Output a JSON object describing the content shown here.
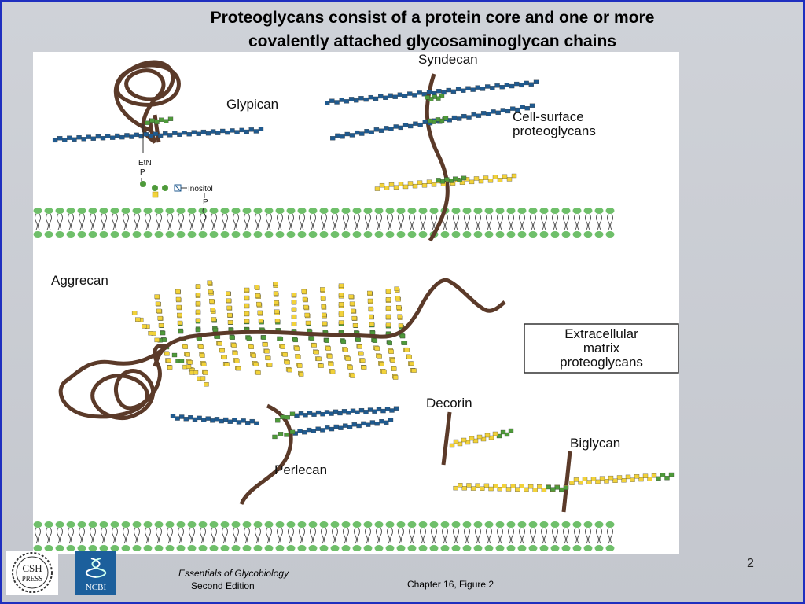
{
  "slide": {
    "title_line1": "Proteoglycans consist of a protein core and one or more",
    "title_line2": "covalently attached glycosaminoglycan chains",
    "page_number": "2"
  },
  "figure": {
    "labels": {
      "glypican": "Glypican",
      "syndecan": "Syndecan",
      "cell_surface_line1": "Cell-surface",
      "cell_surface_line2": "proteoglycans",
      "etn": "EtN",
      "p1": "P",
      "inositol": "Inositol",
      "p2": "P",
      "aggrecan": "Aggrecan",
      "ecm_line1": "Extracellular",
      "ecm_line2": "matrix",
      "ecm_line3": "proteoglycans",
      "decorin": "Decorin",
      "biglycan": "Biglycan",
      "perlecan": "Perlecan"
    },
    "colors": {
      "protein_core": "#5b3a29",
      "heparan_chain": "#1f5a8f",
      "chondroitin_chain": "#f2d23a",
      "linker": "#4e9a3a",
      "membrane_head": "#6fbf6a"
    }
  },
  "footer": {
    "book_title": "Essentials of Glycobiology",
    "edition": "Second Edition",
    "figure_ref": "Chapter 16, Figure  2",
    "csh_logo_text": "CSH PRESS",
    "ncbi_logo_text": "NCBI"
  }
}
